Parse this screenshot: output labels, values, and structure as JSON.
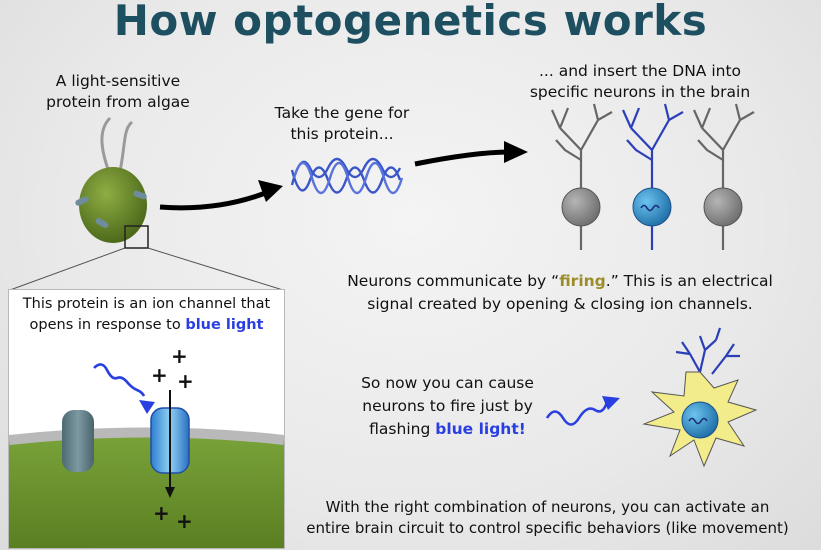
{
  "title": "How optogenetics works",
  "algae_caption": {
    "line1": "A light-sensitive",
    "line2": "protein from algae"
  },
  "gene_caption": {
    "line1": "Take the gene for",
    "line2": "this protein..."
  },
  "dna_caption": {
    "line1": "... and insert the DNA into",
    "line2": "specific neurons in the brain"
  },
  "inset": {
    "line1": "This protein is an ion channel that",
    "line2_prefix": "opens in response to ",
    "line2_highlight": "blue light",
    "plus_sign": "+"
  },
  "firing": {
    "prefix": "Neurons communicate by “",
    "word": "firing",
    "suffix": ".”  This is an electrical",
    "line2": "signal created by opening & closing ion channels."
  },
  "cause": {
    "line1": "So now you can cause",
    "line2": "neurons to fire just by",
    "line3_prefix": "flashing ",
    "line3_highlight": "blue light!"
  },
  "bottom": {
    "line1": "With the right combination of neurons, you can activate an",
    "line2": "entire brain circuit to control specific behaviors (like movement)"
  },
  "colors": {
    "title": "#1d4f61",
    "highlight_blue": "#2a3fe0",
    "firing_word": "#9a8d2a",
    "algae_green": "#6e8a2c",
    "neuron_gray": "#8c8c8c",
    "neuron_blue": "#2f8fc9",
    "starburst": "#f3ec8a",
    "membrane_green": "#6f9a33"
  },
  "icons": [
    "algae-cell-icon",
    "dna-helix-icon",
    "neuron-icon",
    "ion-channel-icon",
    "light-wave-icon",
    "firing-neuron-icon",
    "arrow-icon"
  ]
}
